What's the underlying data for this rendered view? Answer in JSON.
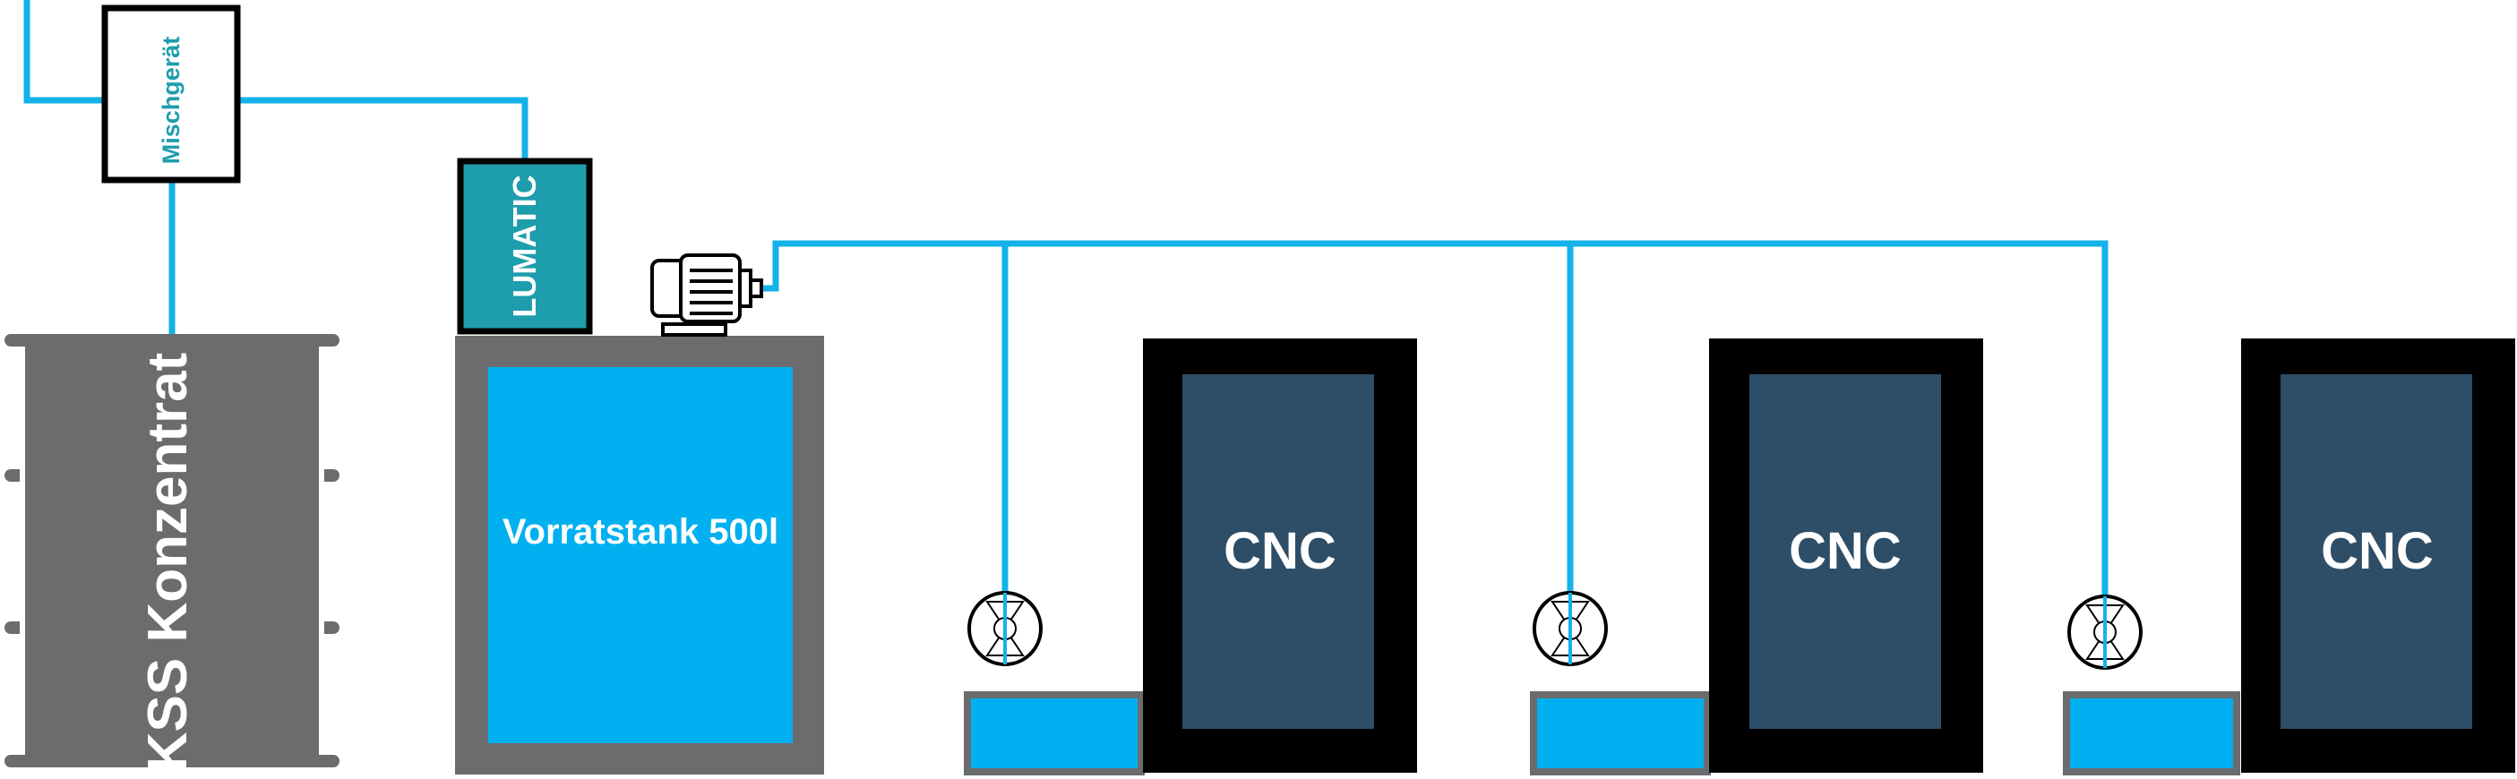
{
  "labels": {
    "concentrate": "KSS Konzentrat",
    "mixer": "Mischgerät",
    "dosing_unit": "LUMATIC",
    "storage_tank": "Vorratstank 500l",
    "machines": [
      "CNC",
      "CNC",
      "CNC"
    ]
  },
  "colors": {
    "pipe": "#13b2ea",
    "barrel": "#6b6c6e",
    "tank_fill": "#00b0f0",
    "tank_frame": "#6b6c6e",
    "lumatic_fill": "#1e9dad",
    "cnc_frame": "#000000",
    "cnc_screen": "#2e4d66",
    "sump_fill": "#00b0f0",
    "mixer_text": "#1e9dad"
  },
  "icons": [
    "pump-motor-icon",
    "valve-icon"
  ]
}
